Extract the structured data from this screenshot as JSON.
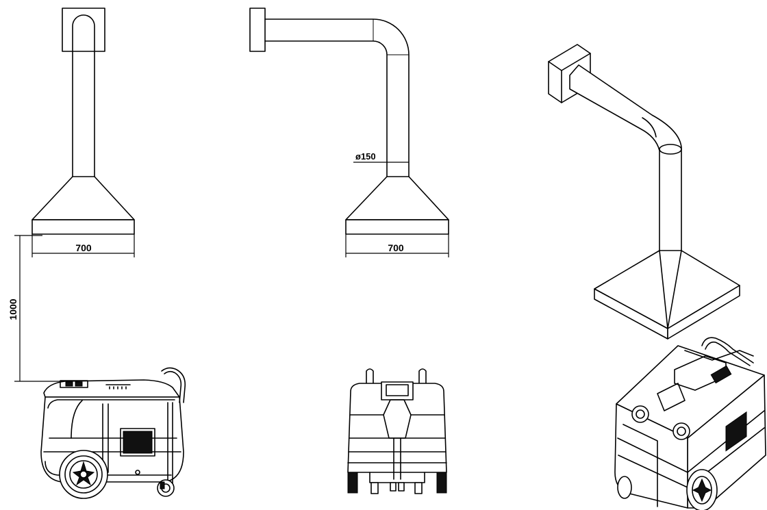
{
  "dimensions": {
    "side_hood_width": "700",
    "front_hood_width": "700",
    "duct_diameter": "ø150",
    "vertical_height": "1000"
  }
}
